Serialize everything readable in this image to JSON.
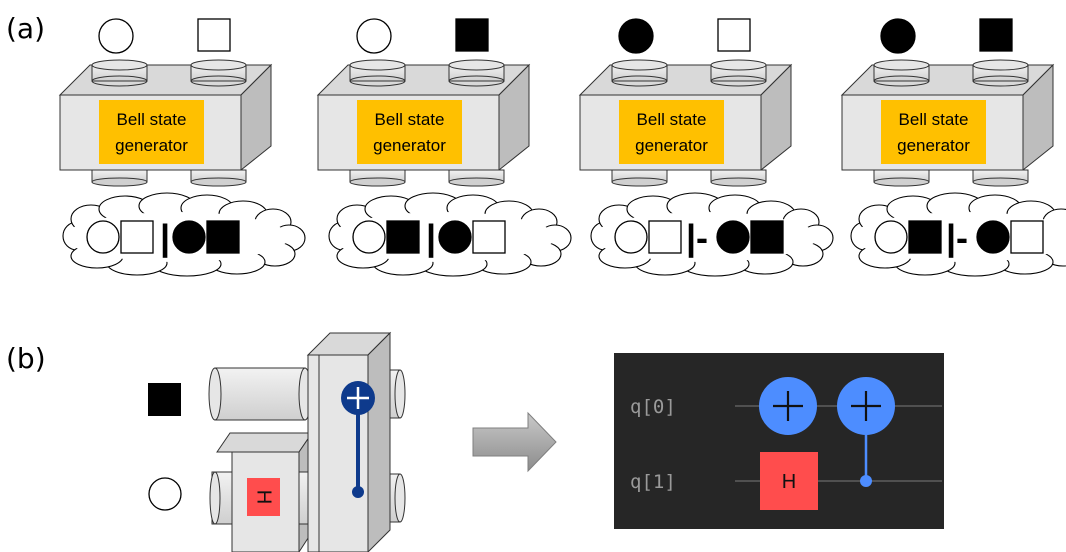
{
  "panel_a": {
    "label": "(a)",
    "generators": [
      {
        "input_circle": "white",
        "input_square": "white",
        "label_line1": "Bell state",
        "label_line2": "generator",
        "output": {
          "sep": "|",
          "left_square": "white",
          "right_circle": "black",
          "right_square": "black"
        }
      },
      {
        "input_circle": "white",
        "input_square": "black",
        "label_line1": "Bell state",
        "label_line2": "generator",
        "output": {
          "sep": "|",
          "left_square": "black",
          "right_circle": "black",
          "right_square": "white"
        }
      },
      {
        "input_circle": "black",
        "input_square": "white",
        "label_line1": "Bell state",
        "label_line2": "generator",
        "output": {
          "sep": "|-",
          "left_square": "white",
          "right_circle": "black",
          "right_square": "black"
        }
      },
      {
        "input_circle": "black",
        "input_square": "black",
        "label_line1": "Bell state",
        "label_line2": "generator",
        "output": {
          "sep": "|-",
          "left_square": "black",
          "right_circle": "black",
          "right_square": "white"
        }
      }
    ]
  },
  "panel_b": {
    "label": "(b)",
    "hadamard_label": "H",
    "circuit": {
      "wires": [
        "q[0]",
        "q[1]"
      ],
      "h_gate": "H"
    }
  },
  "colors": {
    "bell_label_bg": "#FFC000",
    "box_face": "#e6e6e6",
    "box_side": "#bdbdbd",
    "box_top": "#d9d9d9",
    "h_gate": "#ff4d4d",
    "target_gate": "#4d8dff",
    "cnot_dark": "#0e3a8c",
    "circuit_bg": "#262626",
    "arrow": "#a6a6a6"
  }
}
